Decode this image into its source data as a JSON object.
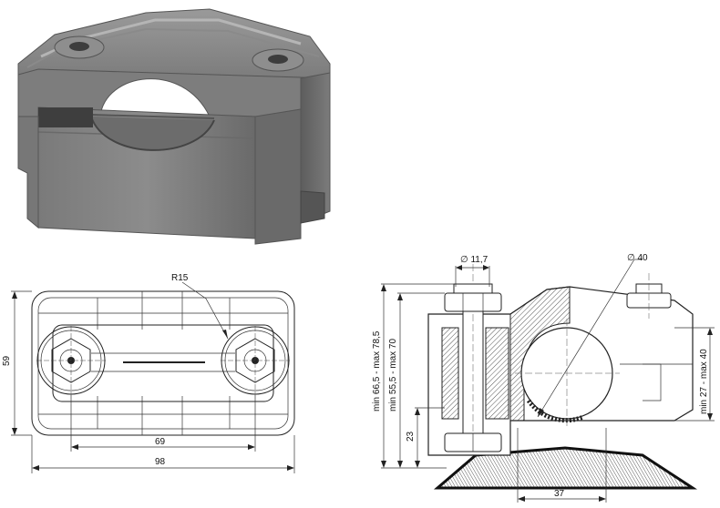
{
  "top_view": {
    "radius_label": "R15",
    "width_label": "98",
    "hole_spacing_label": "69",
    "height_label": "59"
  },
  "side_view": {
    "bolt_dia_label": "∅ 11,7",
    "bore_dia_label": "∅ 40",
    "outer_height_label": "min 66,5 - max 78,5",
    "inner_height_label": "min 55,5 - max 70",
    "bore_height_label": "min 27 - max 40",
    "base_height_label": "23",
    "base_width_label": "37"
  }
}
